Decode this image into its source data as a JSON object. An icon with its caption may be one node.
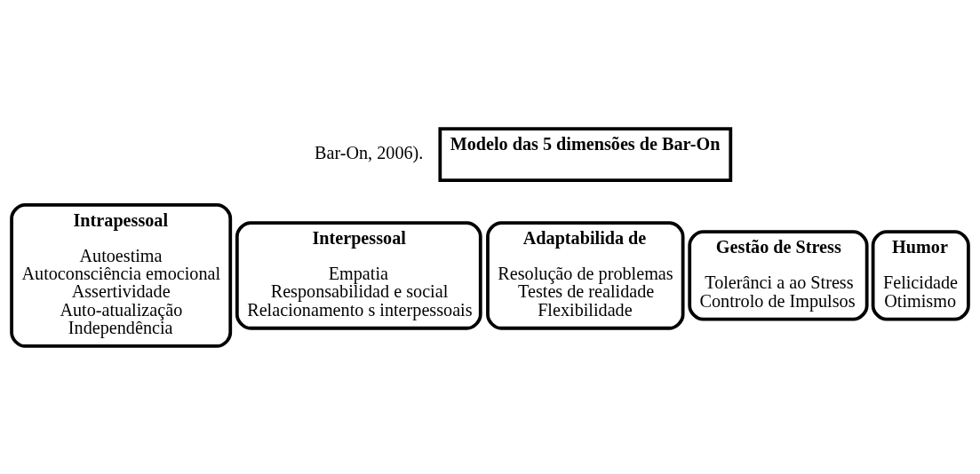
{
  "diagram": {
    "nodes": [
      {
        "text": [
          "Modelo das 5 dimensões de Bar-On"
        ]
      },
      {
        "text": [
          "Intrapessoal",
          "Autoestima",
          "Autoconsciência emocional",
          "Assertividade",
          "Auto-atualização",
          "Independência"
        ]
      },
      {
        "text": [
          "Interpessoal",
          "Empatia",
          "Responsabilidad e social",
          "Relacionamento s interpessoais"
        ]
      },
      {
        "text": [
          "Adaptabilida de",
          "Resolução de problemas",
          "Testes de realidade",
          "Flexibilidade"
        ]
      },
      {
        "text": [
          "Gestão de Stress",
          "Tolerânci a ao Stress",
          "Controlo de Impulsos"
        ]
      },
      {
        "text": [
          "Humor",
          "Felicidade",
          "Otimismo"
        ]
      }
    ],
    "edges": [],
    "labels": [
      "Bar-On, 2006)."
    ]
  }
}
